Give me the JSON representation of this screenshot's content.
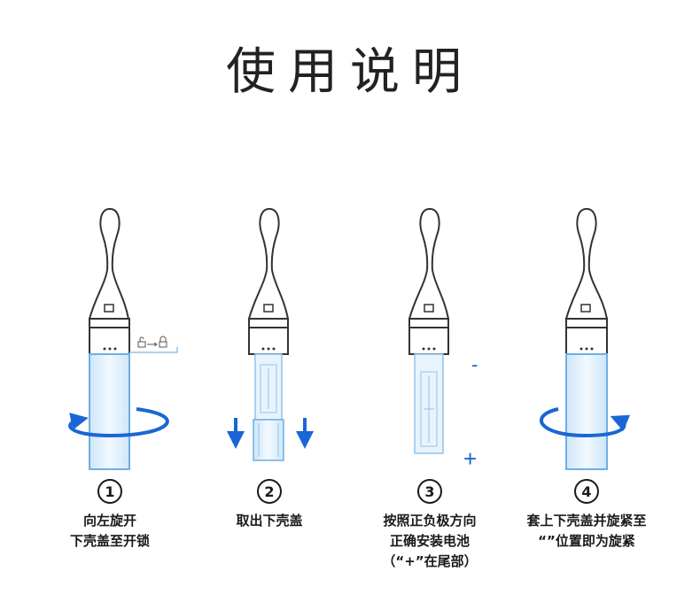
{
  "title": "使用说明",
  "steps": [
    {
      "number": "1",
      "lines": [
        "向左旋开",
        "下壳盖至开锁"
      ]
    },
    {
      "number": "2",
      "lines": [
        "取出下壳盖"
      ]
    },
    {
      "number": "3",
      "lines": [
        "按照正负极方向",
        "正确安装电池",
        "（“+”在尾部）"
      ]
    },
    {
      "number": "4",
      "lines": [
        "套上下壳盖并旋紧至",
        "“”位置即为旋紧"
      ]
    }
  ],
  "polarity": {
    "minus": "-",
    "plus": "+"
  },
  "colors": {
    "blue": "#1a66d6",
    "light_blue": "#8fc3ec",
    "outline": "#333333"
  },
  "icons": [
    "unlock-icon",
    "arrow-right-icon",
    "lock-icon"
  ]
}
